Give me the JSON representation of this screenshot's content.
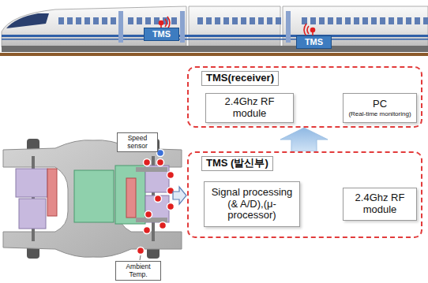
{
  "diagram": {
    "nodes": [
      {
        "text": [
          "TMS"
        ]
      },
      {
        "text": [
          "TMS"
        ]
      },
      {
        "text": [
          "TMS(receiver)"
        ]
      },
      {
        "text": [
          "2.4Ghz RF module"
        ],
        "in": 2
      },
      {
        "text": [
          "PC",
          "(Real-time monitoring)"
        ],
        "in": 2
      },
      {
        "text": [
          "TMS (발신부)"
        ]
      },
      {
        "text": [
          "Signal processing (& A/D),(μ-processor)"
        ],
        "in": 5
      },
      {
        "text": [
          "2.4Ghz RF module"
        ],
        "in": 5
      },
      {
        "text": [
          "Speed sensor"
        ]
      },
      {
        "text": [
          "Ambient Temp."
        ]
      }
    ],
    "edges": [
      {
        "from": 3,
        "to": 4,
        "arrow": "to"
      },
      {
        "from": 6,
        "to": 7,
        "arrow": "to"
      },
      {
        "from": 5,
        "to": 2,
        "arrow": "to"
      }
    ]
  }
}
